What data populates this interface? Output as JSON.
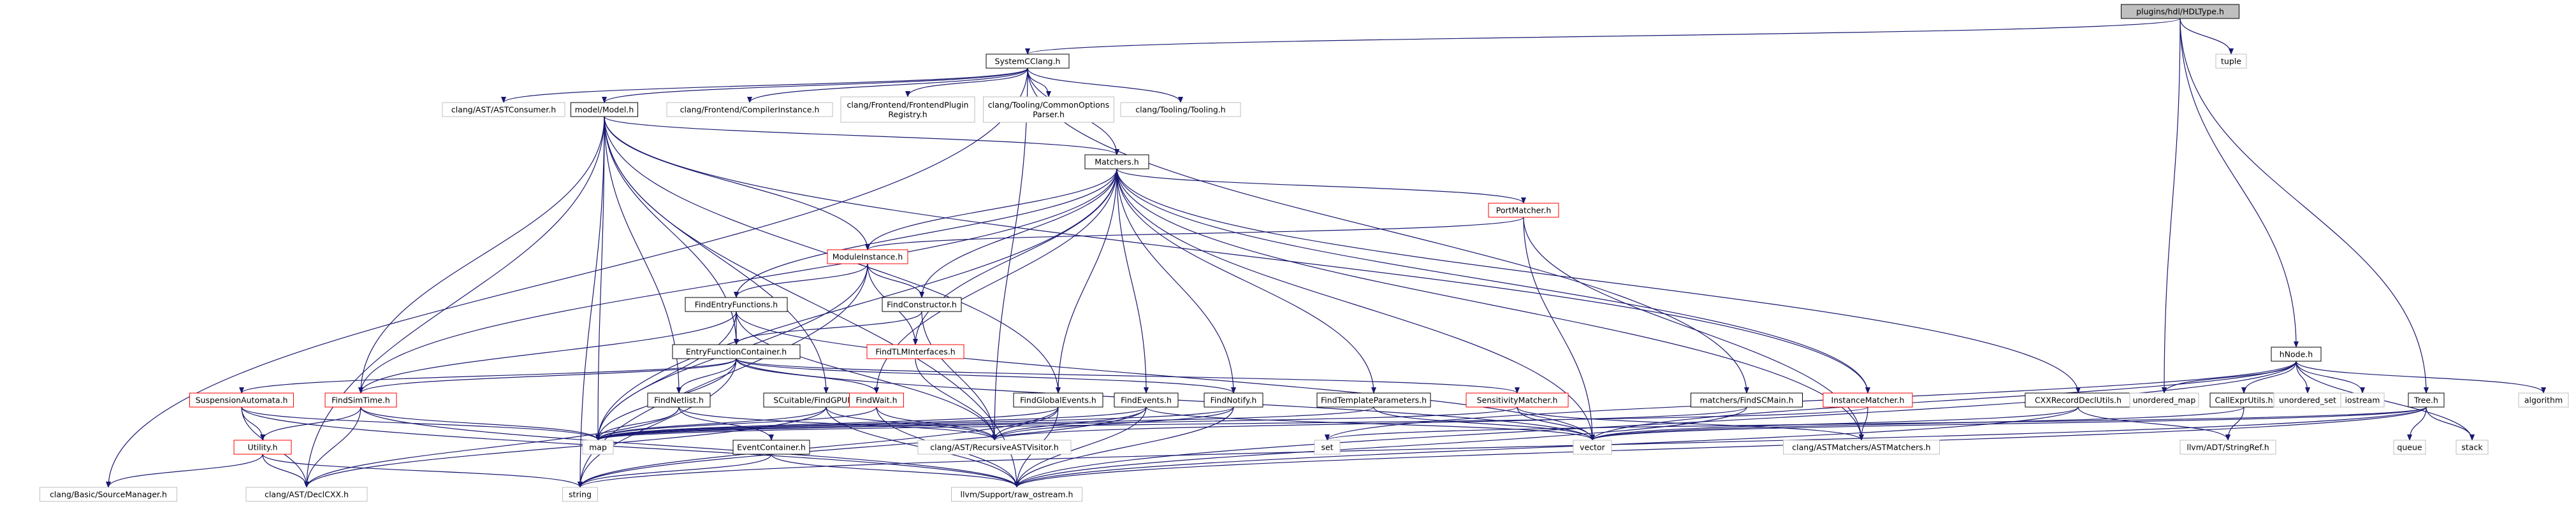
{
  "graph": {
    "colors": {
      "edge": "#191970",
      "root_fill": "#bfbfbf",
      "node_border": "#000000",
      "external_border": "#bfbfbf",
      "incomplete_border": "#ff0000",
      "text": "#000000"
    },
    "nodes": [
      {
        "id": "root",
        "label": "plugins/hdl/HDLType.h",
        "kind": "root"
      },
      {
        "id": "systemc",
        "label": "SystemCClang.h",
        "kind": "node"
      },
      {
        "id": "tuple",
        "label": "tuple",
        "kind": "external"
      },
      {
        "id": "astconsumer",
        "label": "clang/AST/ASTConsumer.h",
        "kind": "external"
      },
      {
        "id": "model",
        "label": "model/Model.h",
        "kind": "node"
      },
      {
        "id": "compinst",
        "label": "clang/Frontend/CompilerInstance.h",
        "kind": "external"
      },
      {
        "id": "fplugin",
        "label": [
          "clang/Frontend/FrontendPlugin",
          "Registry.h"
        ],
        "kind": "external"
      },
      {
        "id": "commonopts",
        "label": [
          "clang/Tooling/CommonOptions",
          "Parser.h"
        ],
        "kind": "external"
      },
      {
        "id": "tooling",
        "label": "clang/Tooling/Tooling.h",
        "kind": "external"
      },
      {
        "id": "matchers",
        "label": "Matchers.h",
        "kind": "node"
      },
      {
        "id": "portmatcher",
        "label": "PortMatcher.h",
        "kind": "incomplete"
      },
      {
        "id": "modinst",
        "label": "ModuleInstance.h",
        "kind": "incomplete"
      },
      {
        "id": "findentry",
        "label": "FindEntryFunctions.h",
        "kind": "node"
      },
      {
        "id": "findctor",
        "label": "FindConstructor.h",
        "kind": "node"
      },
      {
        "id": "entrycont",
        "label": "EntryFunctionContainer.h",
        "kind": "node"
      },
      {
        "id": "findtlm",
        "label": "FindTLMInterfaces.h",
        "kind": "incomplete"
      },
      {
        "id": "suspauto",
        "label": "SuspensionAutomata.h",
        "kind": "incomplete"
      },
      {
        "id": "findsim",
        "label": "FindSimTime.h",
        "kind": "incomplete"
      },
      {
        "id": "utility",
        "label": "Utility.h",
        "kind": "incomplete"
      },
      {
        "id": "findnetlist",
        "label": "FindNetlist.h",
        "kind": "node"
      },
      {
        "id": "sccuda",
        "label": "SCuitable/FindGPUMacro.h",
        "kind": "node"
      },
      {
        "id": "findwait",
        "label": "FindWait.h",
        "kind": "incomplete"
      },
      {
        "id": "findglobal",
        "label": "FindGlobalEvents.h",
        "kind": "node"
      },
      {
        "id": "findevents",
        "label": "FindEvents.h",
        "kind": "node"
      },
      {
        "id": "findnotify",
        "label": "FindNotify.h",
        "kind": "node"
      },
      {
        "id": "findtemplate",
        "label": "FindTemplateParameters.h",
        "kind": "node"
      },
      {
        "id": "sensmatcher",
        "label": "SensitivityMatcher.h",
        "kind": "incomplete"
      },
      {
        "id": "findscmain",
        "label": "matchers/FindSCMain.h",
        "kind": "node"
      },
      {
        "id": "instmatcher",
        "label": "InstanceMatcher.h",
        "kind": "incomplete"
      },
      {
        "id": "cxxrecord",
        "label": "CXXRecordDeclUtils.h",
        "kind": "node"
      },
      {
        "id": "eventcont",
        "label": "EventContainer.h",
        "kind": "node"
      },
      {
        "id": "map",
        "label": "map",
        "kind": "external"
      },
      {
        "id": "recursive",
        "label": "clang/AST/RecursiveASTVisitor.h",
        "kind": "external"
      },
      {
        "id": "set",
        "label": "set",
        "kind": "external"
      },
      {
        "id": "vector",
        "label": "vector",
        "kind": "external"
      },
      {
        "id": "astmatchers",
        "label": "clang/ASTMatchers/ASTMatchers.h",
        "kind": "external"
      },
      {
        "id": "srcmgr",
        "label": "clang/Basic/SourceManager.h",
        "kind": "external"
      },
      {
        "id": "declcxx",
        "label": "clang/AST/DeclCXX.h",
        "kind": "external"
      },
      {
        "id": "string",
        "label": "string",
        "kind": "external"
      },
      {
        "id": "rawostream",
        "label": "llvm/Support/raw_ostream.h",
        "kind": "external"
      },
      {
        "id": "hnode",
        "label": "hNode.h",
        "kind": "node"
      },
      {
        "id": "unordmap",
        "label": "unordered_map",
        "kind": "external"
      },
      {
        "id": "callexpr",
        "label": "CallExprUtils.h",
        "kind": "node"
      },
      {
        "id": "unordset",
        "label": "unordered_set",
        "kind": "external"
      },
      {
        "id": "iostream",
        "label": "iostream",
        "kind": "external"
      },
      {
        "id": "algorithm",
        "label": "algorithm",
        "kind": "external"
      },
      {
        "id": "tree",
        "label": "Tree.h",
        "kind": "node"
      },
      {
        "id": "stringref",
        "label": "llvm/ADT/StringRef.h",
        "kind": "external"
      },
      {
        "id": "queue",
        "label": "queue",
        "kind": "external"
      },
      {
        "id": "stack",
        "label": "stack",
        "kind": "external"
      }
    ],
    "edges": [
      [
        "root",
        "systemc"
      ],
      [
        "root",
        "tuple"
      ],
      [
        "root",
        "unordmap"
      ],
      [
        "root",
        "hnode"
      ],
      [
        "root",
        "tree"
      ],
      [
        "systemc",
        "astconsumer"
      ],
      [
        "systemc",
        "model"
      ],
      [
        "systemc",
        "compinst"
      ],
      [
        "systemc",
        "fplugin"
      ],
      [
        "systemc",
        "commonopts"
      ],
      [
        "systemc",
        "tooling"
      ],
      [
        "systemc",
        "matchers"
      ],
      [
        "systemc",
        "findscmain"
      ],
      [
        "systemc",
        "srcmgr"
      ],
      [
        "systemc",
        "recursive"
      ],
      [
        "model",
        "matchers"
      ],
      [
        "model",
        "modinst"
      ],
      [
        "model",
        "findsim"
      ],
      [
        "model",
        "findnetlist"
      ],
      [
        "model",
        "entrycont"
      ],
      [
        "model",
        "sccuda"
      ],
      [
        "model",
        "findglobal"
      ],
      [
        "model",
        "instmatcher"
      ],
      [
        "model",
        "map"
      ],
      [
        "model",
        "string"
      ],
      [
        "model",
        "rawostream"
      ],
      [
        "model",
        "declcxx"
      ],
      [
        "matchers",
        "portmatcher"
      ],
      [
        "matchers",
        "modinst"
      ],
      [
        "matchers",
        "findentry"
      ],
      [
        "matchers",
        "findctor"
      ],
      [
        "matchers",
        "findtlm"
      ],
      [
        "matchers",
        "findwait"
      ],
      [
        "matchers",
        "findglobal"
      ],
      [
        "matchers",
        "findevents"
      ],
      [
        "matchers",
        "findnotify"
      ],
      [
        "matchers",
        "findtemplate"
      ],
      [
        "matchers",
        "instmatcher"
      ],
      [
        "matchers",
        "cxxrecord"
      ],
      [
        "matchers",
        "vector"
      ],
      [
        "matchers",
        "astmatchers"
      ],
      [
        "matchers",
        "findsim"
      ],
      [
        "matchers",
        "map"
      ],
      [
        "portmatcher",
        "modinst"
      ],
      [
        "portmatcher",
        "vector"
      ],
      [
        "portmatcher",
        "astmatchers"
      ],
      [
        "modinst",
        "findentry"
      ],
      [
        "modinst",
        "findctor"
      ],
      [
        "modinst",
        "findtlm"
      ],
      [
        "modinst",
        "map"
      ],
      [
        "modinst",
        "string"
      ],
      [
        "findentry",
        "entrycont"
      ],
      [
        "findentry",
        "findsim"
      ],
      [
        "findentry",
        "map"
      ],
      [
        "findentry",
        "recursive"
      ],
      [
        "findentry",
        "vector"
      ],
      [
        "findctor",
        "entrycont"
      ],
      [
        "findctor",
        "recursive"
      ],
      [
        "findtlm",
        "recursive"
      ],
      [
        "entrycont",
        "suspauto"
      ],
      [
        "entrycont",
        "findsim"
      ],
      [
        "entrycont",
        "findnetlist"
      ],
      [
        "entrycont",
        "findwait"
      ],
      [
        "entrycont",
        "findnotify"
      ],
      [
        "entrycont",
        "sensmatcher"
      ],
      [
        "entrycont",
        "map"
      ],
      [
        "entrycont",
        "vector"
      ],
      [
        "entrycont",
        "string"
      ],
      [
        "suspauto",
        "utility"
      ],
      [
        "suspauto",
        "map"
      ],
      [
        "suspauto",
        "declcxx"
      ],
      [
        "suspauto",
        "rawostream"
      ],
      [
        "findsim",
        "utility"
      ],
      [
        "findsim",
        "map"
      ],
      [
        "findsim",
        "declcxx"
      ],
      [
        "findsim",
        "rawostream"
      ],
      [
        "utility",
        "srcmgr"
      ],
      [
        "utility",
        "declcxx"
      ],
      [
        "utility",
        "string"
      ],
      [
        "findnetlist",
        "map"
      ],
      [
        "findnetlist",
        "eventcont"
      ],
      [
        "findnetlist",
        "recursive"
      ],
      [
        "findnetlist",
        "declcxx"
      ],
      [
        "sccuda",
        "map"
      ],
      [
        "sccuda",
        "recursive"
      ],
      [
        "sccuda",
        "rawostream"
      ],
      [
        "sccuda",
        "declcxx"
      ],
      [
        "findwait",
        "map"
      ],
      [
        "findwait",
        "recursive"
      ],
      [
        "findwait",
        "rawostream"
      ],
      [
        "findglobal",
        "map"
      ],
      [
        "findglobal",
        "recursive"
      ],
      [
        "findglobal",
        "rawostream"
      ],
      [
        "findglobal",
        "string"
      ],
      [
        "findevents",
        "map"
      ],
      [
        "findevents",
        "recursive"
      ],
      [
        "findevents",
        "rawostream"
      ],
      [
        "findevents",
        "string"
      ],
      [
        "findevents",
        "vector"
      ],
      [
        "findnotify",
        "map"
      ],
      [
        "findnotify",
        "recursive"
      ],
      [
        "findnotify",
        "rawostream"
      ],
      [
        "findtemplate",
        "map"
      ],
      [
        "findtemplate",
        "vector"
      ],
      [
        "sensmatcher",
        "map"
      ],
      [
        "sensmatcher",
        "vector"
      ],
      [
        "sensmatcher",
        "astmatchers"
      ],
      [
        "findscmain",
        "recursive"
      ],
      [
        "findscmain",
        "rawostream"
      ],
      [
        "instmatcher",
        "map"
      ],
      [
        "instmatcher",
        "astmatchers"
      ],
      [
        "cxxrecord",
        "vector"
      ],
      [
        "cxxrecord",
        "stringref"
      ],
      [
        "cxxrecord",
        "rawostream"
      ],
      [
        "eventcont",
        "string"
      ],
      [
        "eventcont",
        "rawostream"
      ],
      [
        "hnode",
        "unordmap"
      ],
      [
        "hnode",
        "callexpr"
      ],
      [
        "hnode",
        "unordset"
      ],
      [
        "hnode",
        "iostream"
      ],
      [
        "hnode",
        "algorithm"
      ],
      [
        "hnode",
        "set"
      ],
      [
        "hnode",
        "vector"
      ],
      [
        "hnode",
        "stack"
      ],
      [
        "hnode",
        "rawostream"
      ],
      [
        "callexpr",
        "vector"
      ],
      [
        "callexpr",
        "stringref"
      ],
      [
        "tree",
        "set"
      ],
      [
        "tree",
        "vector"
      ],
      [
        "tree",
        "queue"
      ],
      [
        "tree",
        "stack"
      ],
      [
        "tree",
        "string"
      ],
      [
        "tree",
        "rawostream"
      ]
    ]
  }
}
